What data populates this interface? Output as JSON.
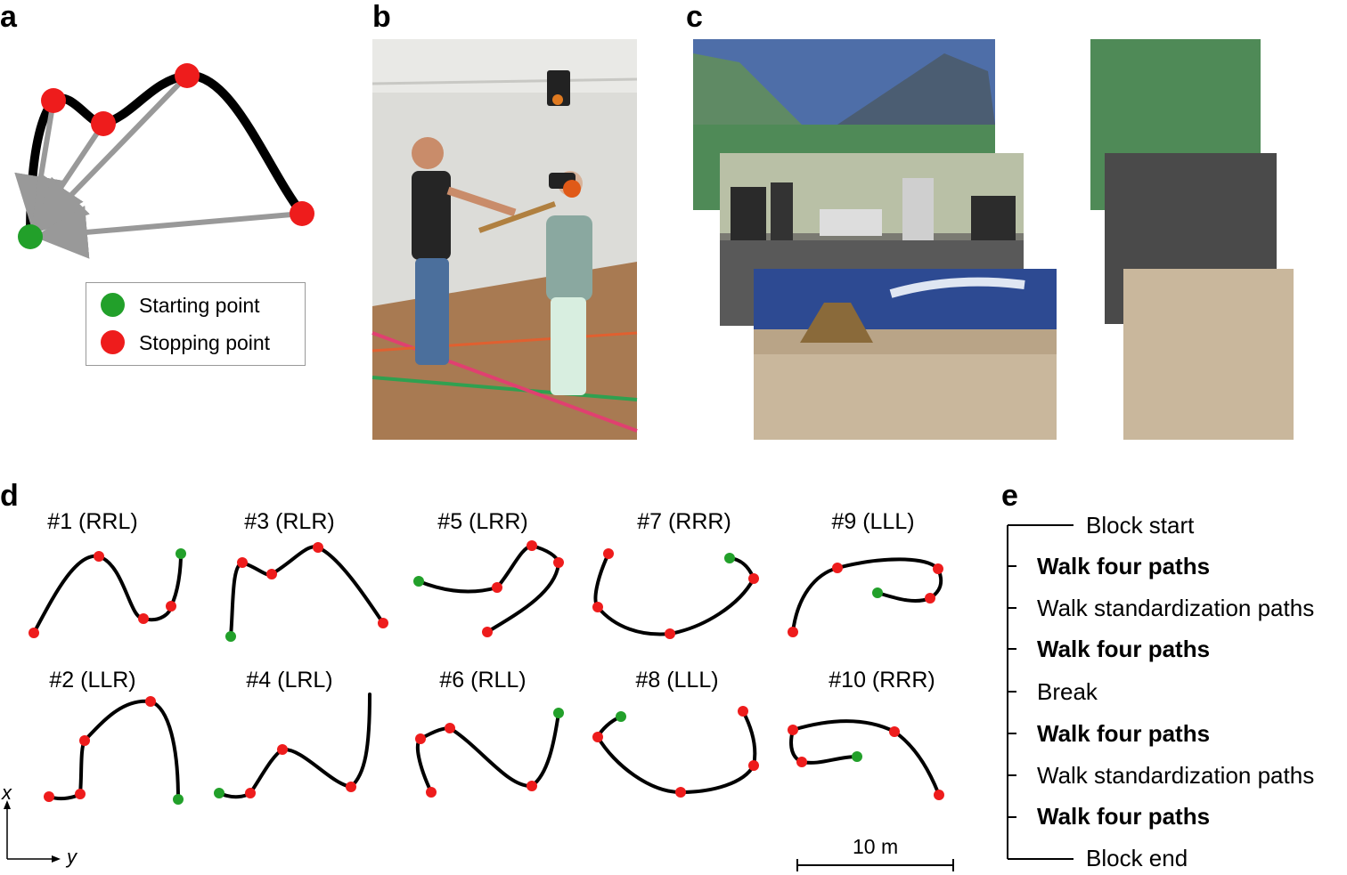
{
  "panels": {
    "a": "a",
    "b": "b",
    "c": "c",
    "d": "d",
    "e": "e"
  },
  "legend": {
    "start_label": "Starting point",
    "stop_label": "Stopping point",
    "start_color": "#22a02a",
    "stop_color": "#ee1c1c"
  },
  "colors": {
    "path": "#000000",
    "arrow": "#999999",
    "terrain_grass": "#4f8a57",
    "terrain_asphalt": "#4a4a4a",
    "terrain_sand": "#c9b79c",
    "sky": "#4e6ea8"
  },
  "photo": {
    "description_icon": "person-vr-photo"
  },
  "paths": [
    {
      "id": "#1 (RRL)"
    },
    {
      "id": "#3 (RLR)"
    },
    {
      "id": "#5 (LRR)"
    },
    {
      "id": "#7 (RRR)"
    },
    {
      "id": "#9 (LLL)"
    },
    {
      "id": "#2 (LLR)"
    },
    {
      "id": "#4 (LRL)"
    },
    {
      "id": "#6 (RLL)"
    },
    {
      "id": "#8 (LLL)"
    },
    {
      "id": "#10 (RRR)"
    }
  ],
  "axes": {
    "x": "x",
    "y": "y"
  },
  "scalebar": {
    "label": "10 m"
  },
  "timeline": [
    {
      "label": "Block start",
      "bold": false
    },
    {
      "label": "Walk four paths",
      "bold": true
    },
    {
      "label": "Walk standardization paths",
      "bold": false
    },
    {
      "label": "Walk four paths",
      "bold": true
    },
    {
      "label": "Break",
      "bold": false
    },
    {
      "label": "Walk four paths",
      "bold": true
    },
    {
      "label": "Walk standardization paths",
      "bold": false
    },
    {
      "label": "Walk four paths",
      "bold": true
    },
    {
      "label": "Block end",
      "bold": false
    }
  ]
}
